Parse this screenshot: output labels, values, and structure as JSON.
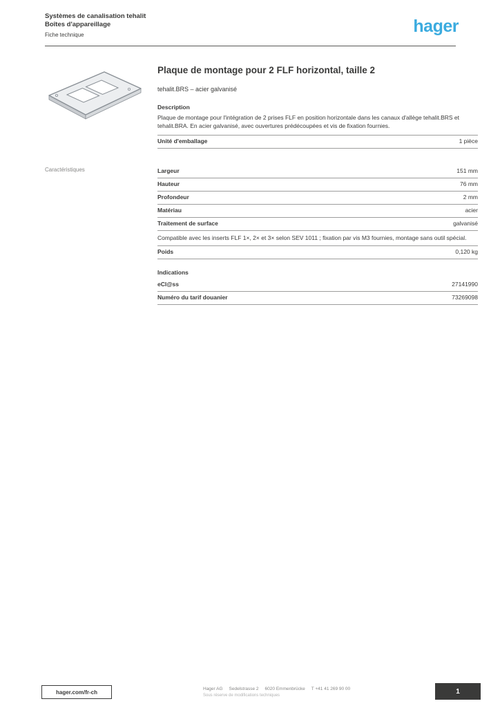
{
  "brand": {
    "logo_text": "hager",
    "logo_color": "#3BABDF"
  },
  "header": {
    "line1": "Systèmes de canalisation tehalit",
    "line2": "Boîtes d'appareillage",
    "line3": "Fiche technique"
  },
  "sidebar": {
    "section_label": "Caractéristiques"
  },
  "product": {
    "title": "Plaque de montage pour 2 FLF horizontal, taille 2",
    "subtitle": "tehalit.BRS – acier galvanisé"
  },
  "description": {
    "heading": "Description",
    "text": "Plaque de montage pour l'intégration de 2 prises FLF en position horizontale dans les canaux d'allège tehalit.BRS et tehalit.BRA. En acier galvanisé, avec ouvertures prédécoupées et vis de fixation fournies.",
    "rows": [
      {
        "label": "Unité d'emballage",
        "value": "1 pièce"
      }
    ]
  },
  "specs": {
    "rows": [
      {
        "label": "Largeur",
        "value": "151 mm"
      },
      {
        "label": "Hauteur",
        "value": "76 mm"
      },
      {
        "label": "Profondeur",
        "value": "2 mm"
      },
      {
        "label": "Matériau",
        "value": "acier"
      },
      {
        "label": "Traitement de surface",
        "value": "galvanisé"
      }
    ],
    "note": "Compatible avec les inserts FLF 1×, 2× et 3× selon SEV 1011 ; fixation par vis M3 fournies, montage sans outil spécial.",
    "rows2": [
      {
        "label": "Poids",
        "value": "0,120 kg"
      }
    ]
  },
  "indications": {
    "heading": "Indications",
    "rows": [
      {
        "label": "eCl@ss",
        "value": "27141990"
      },
      {
        "label": "Numéro du tarif douanier",
        "value": "73269098"
      }
    ]
  },
  "footer": {
    "link": "hager.com/fr-ch",
    "contacts": [
      "Hager AG",
      "Sedelstrasse 2",
      "6020 Emmenbrücke",
      "T +41 41 269 90 00"
    ],
    "note": "Sous réserve de modifications techniques",
    "page": "1"
  }
}
